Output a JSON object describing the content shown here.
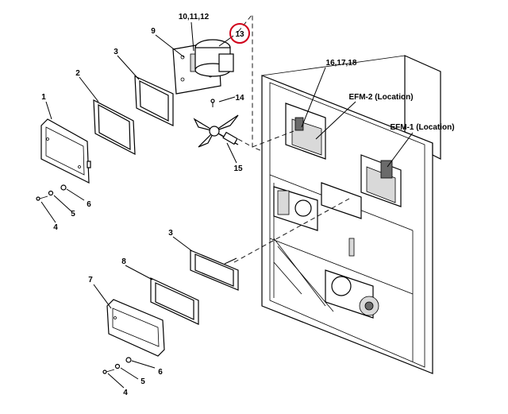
{
  "callouts": {
    "c1": "1",
    "c2": "2",
    "c3_top": "3",
    "c3_bottom": "3",
    "c4_top": "4",
    "c4_bottom": "4",
    "c5_top": "5",
    "c5_bottom": "5",
    "c6_top": "6",
    "c6_bottom": "6",
    "c7": "7",
    "c8": "8",
    "c9": "9",
    "c10": "10,11,12",
    "c13": "13",
    "c14": "14",
    "c15": "15",
    "c16": "16,17,18"
  },
  "locations": {
    "efm2": "EFM-2 (Location)",
    "efm1": "EFM-1 (Location)"
  },
  "highlight_color": "#d0021b"
}
